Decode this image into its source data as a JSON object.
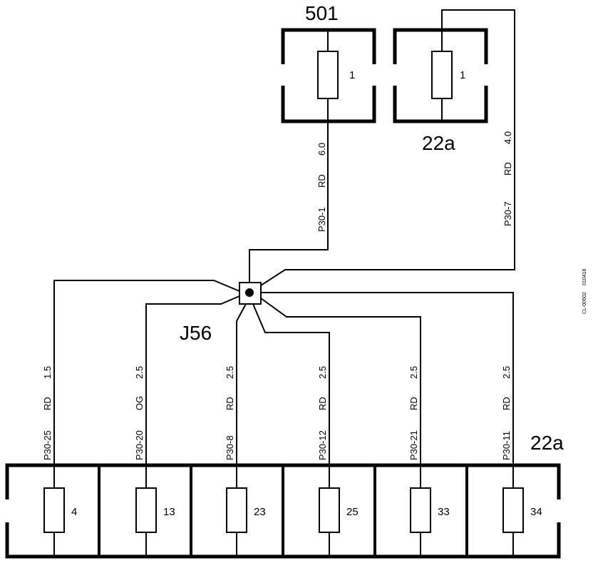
{
  "labels": {
    "top_left_box": "501",
    "top_right_box": "22a",
    "bottom_box": "22a",
    "junction": "J56",
    "side_code_1": "CL-00602",
    "side_code_2": "010418"
  },
  "top_fuses": {
    "left_pin": "1",
    "right_pin": "1"
  },
  "top_wires": {
    "left": {
      "pin": "P30-1",
      "color": "RD",
      "gauge": "6.0"
    },
    "right": {
      "pin": "P30-7",
      "color": "RD",
      "gauge": "4.0"
    }
  },
  "bottom_fuses": [
    "4",
    "13",
    "23",
    "25",
    "33",
    "34"
  ],
  "bottom_wires": [
    {
      "pin": "P30-25",
      "color": "RD",
      "gauge": "1.5"
    },
    {
      "pin": "P30-20",
      "color": "OG",
      "gauge": "2.5"
    },
    {
      "pin": "P30-8",
      "color": "RD",
      "gauge": "2.5"
    },
    {
      "pin": "P30-12",
      "color": "RD",
      "gauge": "2.5"
    },
    {
      "pin": "P30-21",
      "color": "RD",
      "gauge": "2.5"
    },
    {
      "pin": "P30-11",
      "color": "RD",
      "gauge": "2.5"
    }
  ]
}
